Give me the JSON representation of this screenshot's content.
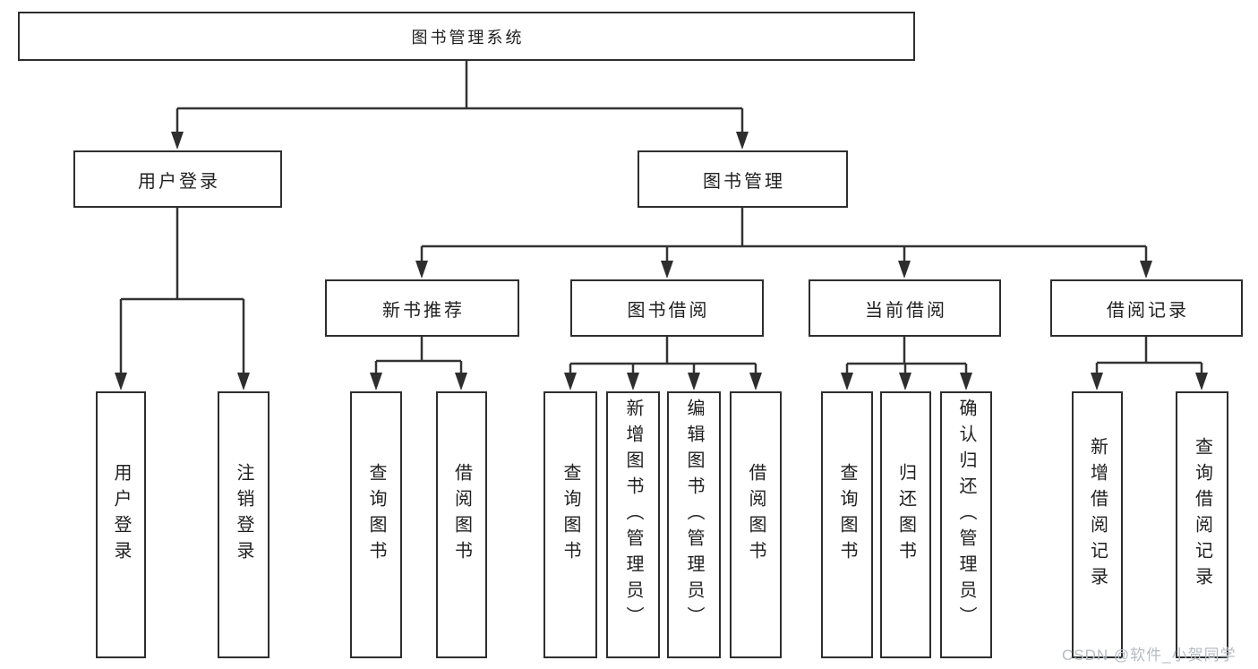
{
  "colors": {
    "line": "#333333",
    "box_border": "#2e2e2e",
    "text": "#1f1f1f",
    "watermark_color": "#b6bcc2",
    "background": "#ffffff"
  },
  "watermark": {
    "text": "CSDN @软件_小贺同学"
  },
  "tree": {
    "label": "图书管理系统",
    "children": [
      {
        "label": "用户登录",
        "children": [
          {
            "label": "用户登录"
          },
          {
            "label": "注销登录"
          }
        ]
      },
      {
        "label": "图书管理",
        "children": [
          {
            "label": "新书推荐",
            "children": [
              {
                "label": "查询图书"
              },
              {
                "label": "借阅图书"
              }
            ]
          },
          {
            "label": "图书借阅",
            "children": [
              {
                "label": "查询图书"
              },
              {
                "label": "新增图书（管理员）"
              },
              {
                "label": "编辑图书（管理员）"
              },
              {
                "label": "借阅图书"
              }
            ]
          },
          {
            "label": "当前借阅",
            "children": [
              {
                "label": "查询图书"
              },
              {
                "label": "归还图书"
              },
              {
                "label": "确认归还（管理员）"
              }
            ]
          },
          {
            "label": "借阅记录",
            "children": [
              {
                "label": "新增借阅记录"
              },
              {
                "label": "查询借阅记录"
              }
            ]
          }
        ]
      }
    ]
  }
}
